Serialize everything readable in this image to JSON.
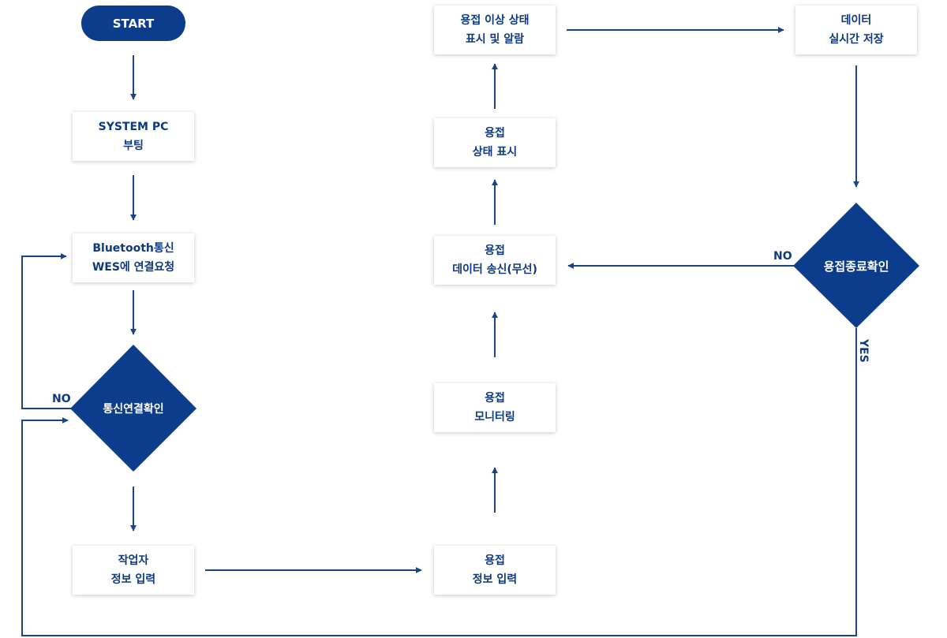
{
  "colors": {
    "primary": "#0b3d8c",
    "line": "#1a4486",
    "text": "#0d3a7f"
  },
  "start": {
    "label": "START"
  },
  "boot": {
    "line1": "SYSTEM PC",
    "line2": "부팅"
  },
  "bluetooth": {
    "line1": "Bluetooth통신",
    "line2": "WES에 연결요청"
  },
  "comm_check": {
    "label": "통신연결확인",
    "no_label": "NO"
  },
  "worker": {
    "line1": "작업자",
    "line2": "정보 입력"
  },
  "weld_info": {
    "line1": "용접",
    "line2": "정보 입력"
  },
  "monitoring": {
    "line1": "용접",
    "line2": "모니터링"
  },
  "data_send": {
    "line1": "용접",
    "line2": "데이터 송신(무선)"
  },
  "status_display": {
    "line1": "용접",
    "line2": "상태 표시"
  },
  "alarm": {
    "line1": "용접 이상 상태",
    "line2": "표시 및 알람"
  },
  "save": {
    "line1": "데이터",
    "line2": "실시간 저장"
  },
  "end_check": {
    "label": "용접종료확인",
    "no_label": "NO",
    "yes_label": "YES"
  }
}
